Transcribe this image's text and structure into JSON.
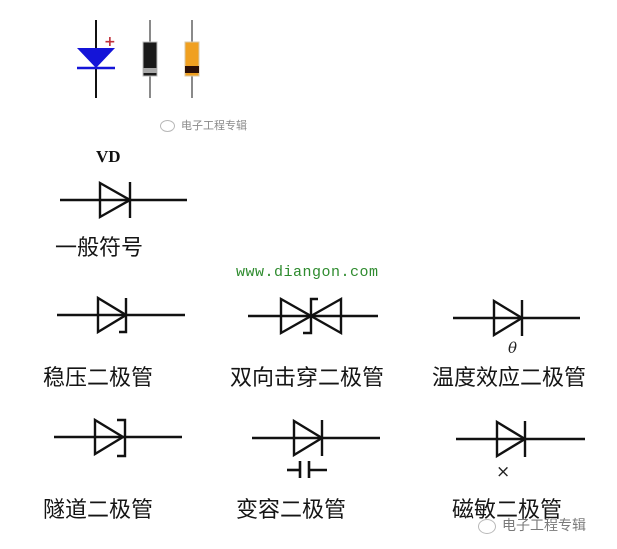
{
  "header": {
    "components": [
      {
        "name": "schematic-diode-blue",
        "polarity_mark": "+",
        "color": "#1414d8",
        "mark_color": "#c0303a"
      },
      {
        "name": "black-glass-diode",
        "body_color": "#1a1a1a",
        "band_color": "#a8a8a8"
      },
      {
        "name": "orange-glass-diode",
        "body_color": "#f0a020",
        "band_color": "#2a0e06"
      }
    ],
    "watermark": "电子工程专辑"
  },
  "general_symbol": {
    "designator": "VD",
    "label": "一般符号"
  },
  "url": "www.diangon.com",
  "symbols": [
    {
      "id": "zener",
      "label": "稳压二极管"
    },
    {
      "id": "bidirectional-breakdown",
      "label": "双向击穿二极管"
    },
    {
      "id": "temperature-effect",
      "label": "温度效应二极管",
      "annotation": "θ"
    },
    {
      "id": "tunnel",
      "label": "隧道二极管"
    },
    {
      "id": "varactor",
      "label": "变容二极管"
    },
    {
      "id": "magnetic-sensitive",
      "label": "磁敏二极管",
      "annotation": "×"
    }
  ],
  "footer": {
    "watermark": "电子工程专辑"
  },
  "colors": {
    "line": "#111111",
    "url": "#2e8b2e",
    "watermark": "#8a8a8a"
  }
}
